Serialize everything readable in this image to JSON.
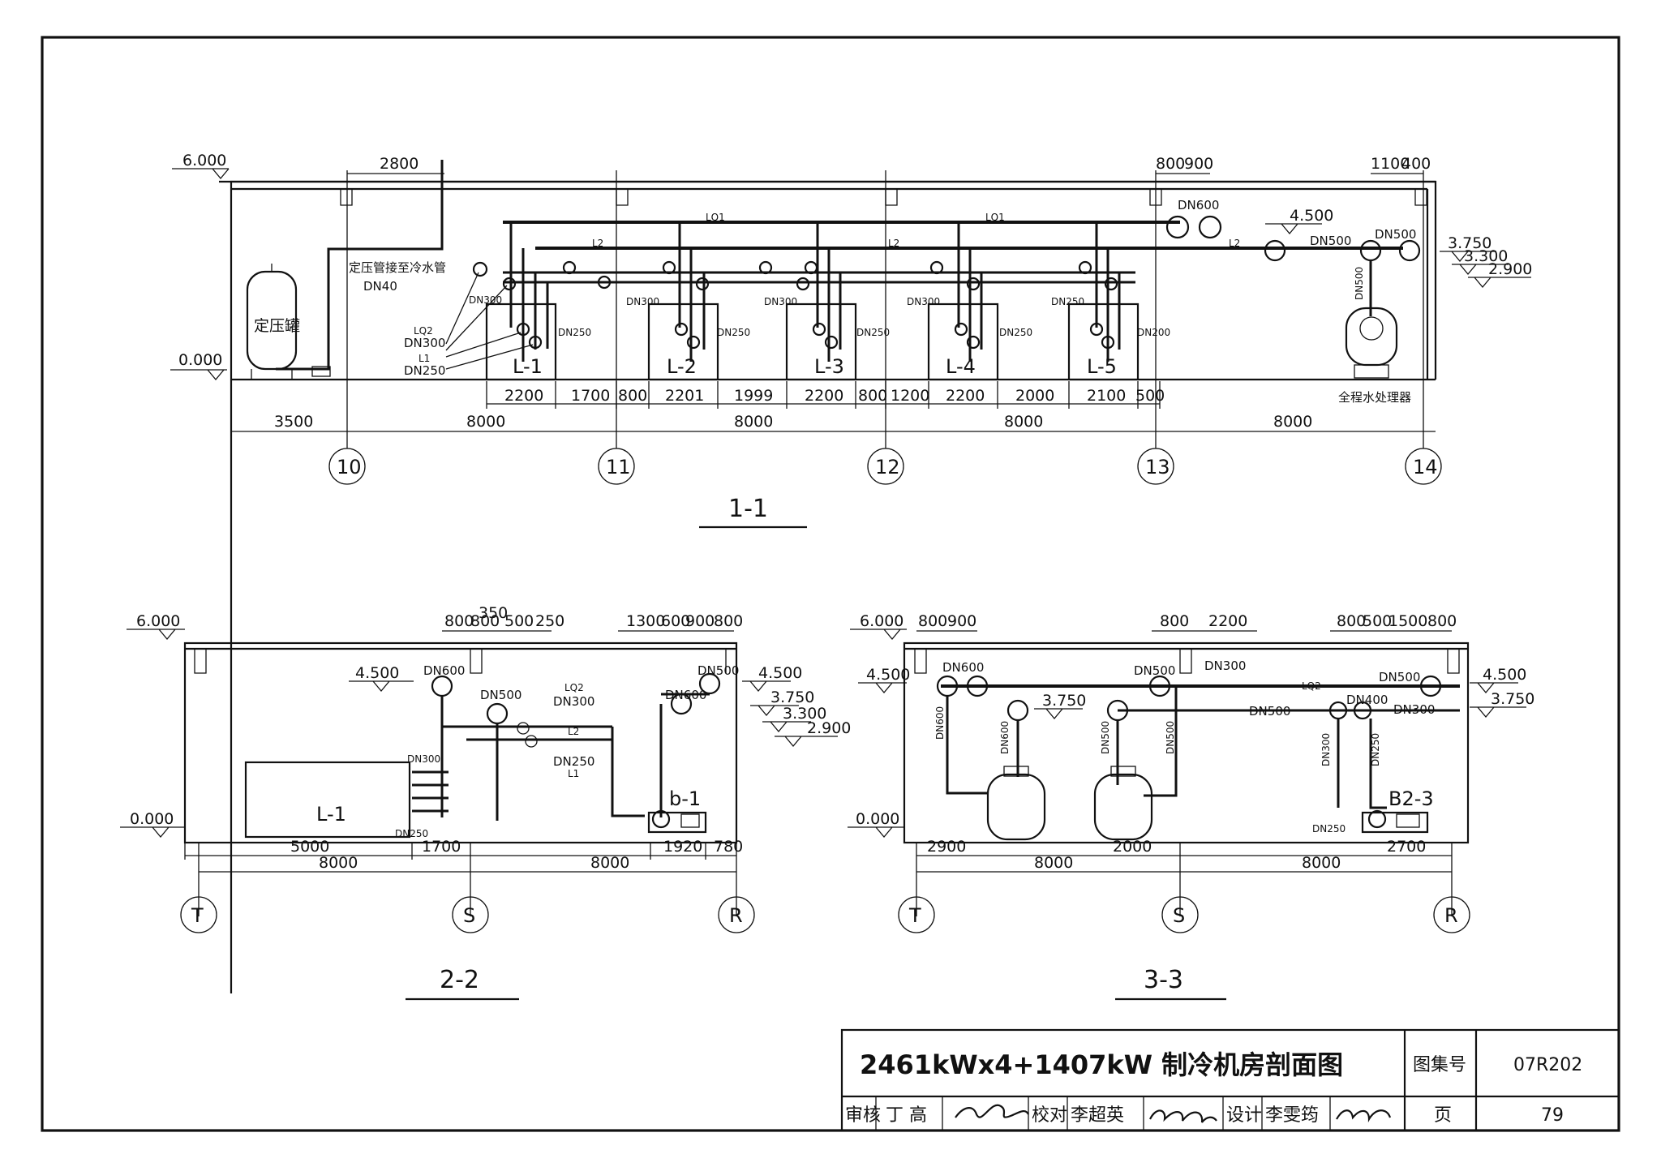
{
  "title_block": {
    "title": "2461kWx4+1407kW 制冷机房剖面图",
    "atlas_label": "图集号",
    "atlas_no": "07R202",
    "review_label": "审核",
    "reviewer": "丁 高",
    "check_label": "校对",
    "checker": "李超英",
    "design_label": "设计",
    "designer": "李雯筠",
    "page_label": "页",
    "page_no": "79"
  },
  "section_1_1": {
    "name": "1-1",
    "elevations": [
      "6.000",
      "0.000",
      "4.500",
      "3.750",
      "3.300",
      "2.900"
    ],
    "top_dims": [
      "2800",
      "800",
      "900",
      "1100",
      "400"
    ],
    "chiller_dims": [
      "2200",
      "1700",
      "800",
      "2201",
      "1999",
      "2200",
      "800",
      "1200",
      "2200",
      "2000",
      "2100",
      "500"
    ],
    "bay_dims": [
      "3500",
      "8000",
      "8000",
      "8000",
      "8000"
    ],
    "axes": [
      "10",
      "11",
      "12",
      "13",
      "14"
    ],
    "chillers": [
      "L-1",
      "L-2",
      "L-3",
      "L-4",
      "L-5"
    ],
    "tank_label": "定压罐",
    "tank_note": "定压管接至冷水管",
    "tank_pipe": "DN40",
    "treater_label": "全程水处理器",
    "pipe_labels": [
      "LQ1",
      "LQ1",
      "L2",
      "L2",
      "L2",
      "LQ2",
      "DN300",
      "L1",
      "DN250",
      "DN600",
      "DN500",
      "DN500",
      "DN500"
    ],
    "small_labels": [
      "DN300",
      "DN250",
      "DN300",
      "DN250",
      "DN300",
      "DN250",
      "DN300",
      "DN250",
      "DN250",
      "DN200"
    ]
  },
  "section_2_2": {
    "name": "2-2",
    "elevations": [
      "6.000",
      "4.500",
      "0.000",
      "4.500",
      "3.750",
      "3.300",
      "2.900"
    ],
    "top_dims": [
      "800",
      "350",
      "800",
      "500",
      "250",
      "1300",
      "600",
      "900",
      "800"
    ],
    "bottom_dims": [
      "5000",
      "1700",
      "1920",
      "780"
    ],
    "bay_dims": [
      "8000",
      "8000"
    ],
    "axes": [
      "T",
      "S",
      "R"
    ],
    "equipment": [
      "L-1",
      "b-1"
    ],
    "pipe_labels": [
      "DN600",
      "DN500",
      "LQ2",
      "DN300",
      "L2",
      "DN250",
      "L1",
      "DN500",
      "DN600",
      "DN300",
      "DN250"
    ]
  },
  "section_3_3": {
    "name": "3-3",
    "elevations": [
      "6.000",
      "4.500",
      "3.750",
      "0.000",
      "4.500",
      "3.750"
    ],
    "top_dims": [
      "800",
      "900",
      "800",
      "2200",
      "800",
      "500",
      "1500",
      "800"
    ],
    "bottom_dims": [
      "2900",
      "2000",
      "2700"
    ],
    "bay_dims": [
      "8000",
      "8000"
    ],
    "axes": [
      "T",
      "S",
      "R"
    ],
    "equipment": [
      "B2-3"
    ],
    "pipe_labels": [
      "DN600",
      "DN500",
      "DN300",
      "LQ2",
      "DN500",
      "DN500",
      "DN400",
      "DN300",
      "DN600",
      "DN600",
      "DN500",
      "DN500",
      "DN300",
      "DN250",
      "DN250"
    ]
  }
}
